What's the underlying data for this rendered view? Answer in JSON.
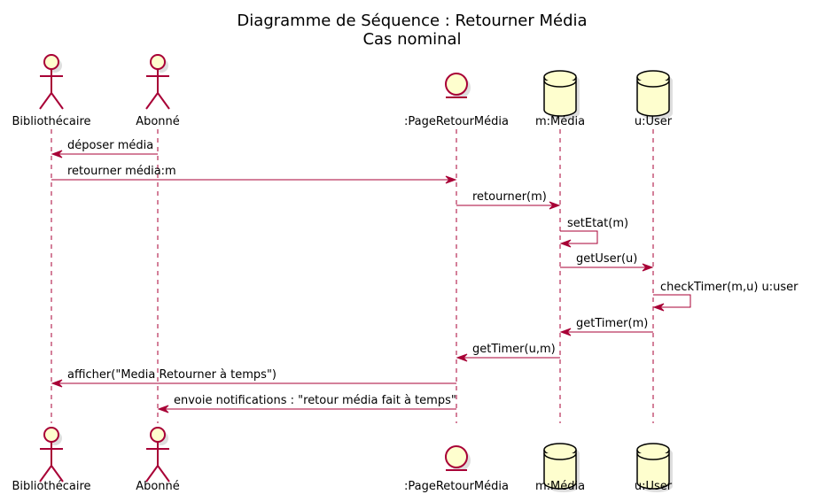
{
  "diagram": {
    "title_line1": "Diagramme de Séquence : Retourner Média",
    "title_line2": "Cas nominal",
    "colors": {
      "line": "#A80036",
      "fill": "#FEFECE"
    },
    "participants": [
      {
        "id": "bib",
        "label": "Bibliothécaire",
        "kind": "actor"
      },
      {
        "id": "abo",
        "label": "Abonné",
        "kind": "actor"
      },
      {
        "id": "page",
        "label": ":PageRetourMédia",
        "kind": "entity"
      },
      {
        "id": "media",
        "label": "m:Média",
        "kind": "database"
      },
      {
        "id": "user",
        "label": "u:User",
        "kind": "database"
      }
    ],
    "messages": [
      {
        "from": "abo",
        "to": "bib",
        "label": "déposer média"
      },
      {
        "from": "bib",
        "to": "page",
        "label": "retourner média:m"
      },
      {
        "from": "page",
        "to": "media",
        "label": "retourner(m)"
      },
      {
        "from": "media",
        "to": "media",
        "label": "setEtat(m)"
      },
      {
        "from": "media",
        "to": "user",
        "label": "getUser(u)"
      },
      {
        "from": "user",
        "to": "user",
        "label": "checkTimer(m,u)      u:user"
      },
      {
        "from": "user",
        "to": "media",
        "label": "getTimer(m)"
      },
      {
        "from": "media",
        "to": "page",
        "label": "getTimer(u,m)"
      },
      {
        "from": "page",
        "to": "bib",
        "label": "afficher(\"Media Retourner à temps\")"
      },
      {
        "from": "page",
        "to": "abo",
        "label": "envoie notifications : \"retour média fait à temps\""
      }
    ]
  }
}
